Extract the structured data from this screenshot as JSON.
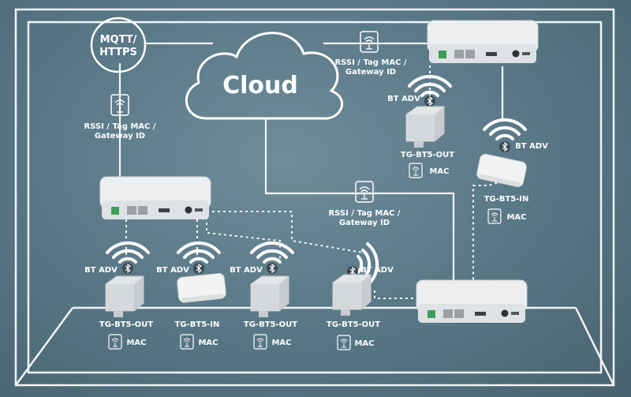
{
  "colors": {
    "background": "#5a7886",
    "line": "#f4f6f7",
    "device": "#eceeef",
    "port_green": "#3f9d5a"
  },
  "cloud": {
    "label": "Cloud"
  },
  "protocol": {
    "line1": "MQTT/",
    "line2": "HTTPS"
  },
  "payloads": [
    {
      "line1": "RSSI / Tag MAC /",
      "line2": "Gateway ID"
    },
    {
      "line1": "RSSI / Tag MAC /",
      "line2": "Gateway ID"
    },
    {
      "line1": "RSSI / Tag MAC /",
      "line2": "Gateway ID"
    }
  ],
  "bt_label": "BT ADV",
  "mac_label": "MAC",
  "tags": [
    {
      "model": "TG-BT5-OUT"
    },
    {
      "model": "TG-BT5-IN"
    },
    {
      "model": "TG-BT5-OUT"
    },
    {
      "model": "TG-BT5-OUT"
    },
    {
      "model": "TG-BT5-OUT"
    },
    {
      "model": "TG-BT5-IN"
    }
  ],
  "icons": {
    "wifi": "wifi-icon",
    "bluetooth": "bluetooth-icon",
    "gateway": "router-icon"
  }
}
